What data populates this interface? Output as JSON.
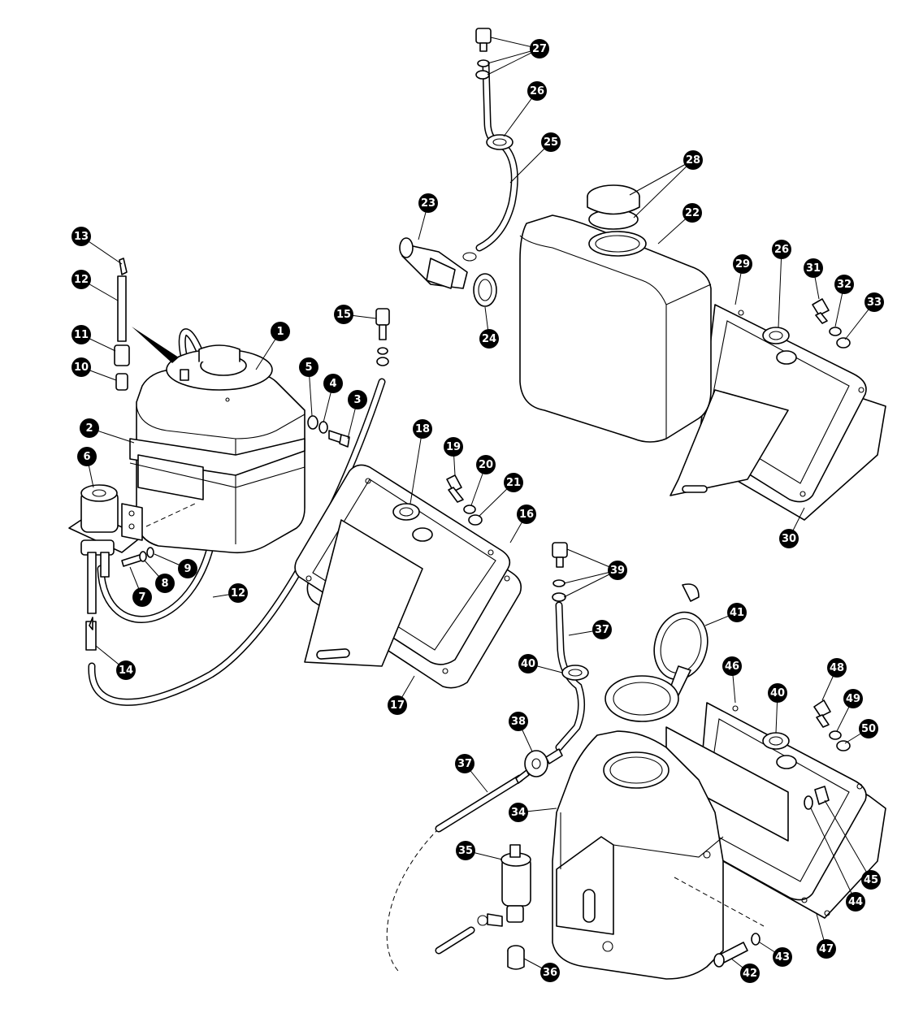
{
  "diagram": {
    "callouts": [
      {
        "n": "1"
      },
      {
        "n": "2"
      },
      {
        "n": "3"
      },
      {
        "n": "4"
      },
      {
        "n": "5"
      },
      {
        "n": "6"
      },
      {
        "n": "7"
      },
      {
        "n": "8"
      },
      {
        "n": "9"
      },
      {
        "n": "10"
      },
      {
        "n": "11"
      },
      {
        "n": "12"
      },
      {
        "n": "12"
      },
      {
        "n": "13"
      },
      {
        "n": "14"
      },
      {
        "n": "15"
      },
      {
        "n": "16"
      },
      {
        "n": "17"
      },
      {
        "n": "18"
      },
      {
        "n": "19"
      },
      {
        "n": "20"
      },
      {
        "n": "21"
      },
      {
        "n": "22"
      },
      {
        "n": "23"
      },
      {
        "n": "24"
      },
      {
        "n": "25"
      },
      {
        "n": "26"
      },
      {
        "n": "26"
      },
      {
        "n": "27"
      },
      {
        "n": "28"
      },
      {
        "n": "29"
      },
      {
        "n": "30"
      },
      {
        "n": "31"
      },
      {
        "n": "32"
      },
      {
        "n": "33"
      },
      {
        "n": "34"
      },
      {
        "n": "35"
      },
      {
        "n": "36"
      },
      {
        "n": "37"
      },
      {
        "n": "37"
      },
      {
        "n": "38"
      },
      {
        "n": "39"
      },
      {
        "n": "40"
      },
      {
        "n": "40"
      },
      {
        "n": "41"
      },
      {
        "n": "42"
      },
      {
        "n": "43"
      },
      {
        "n": "44"
      },
      {
        "n": "45"
      },
      {
        "n": "46"
      },
      {
        "n": "47"
      },
      {
        "n": "48"
      },
      {
        "n": "49"
      },
      {
        "n": "50"
      }
    ]
  }
}
